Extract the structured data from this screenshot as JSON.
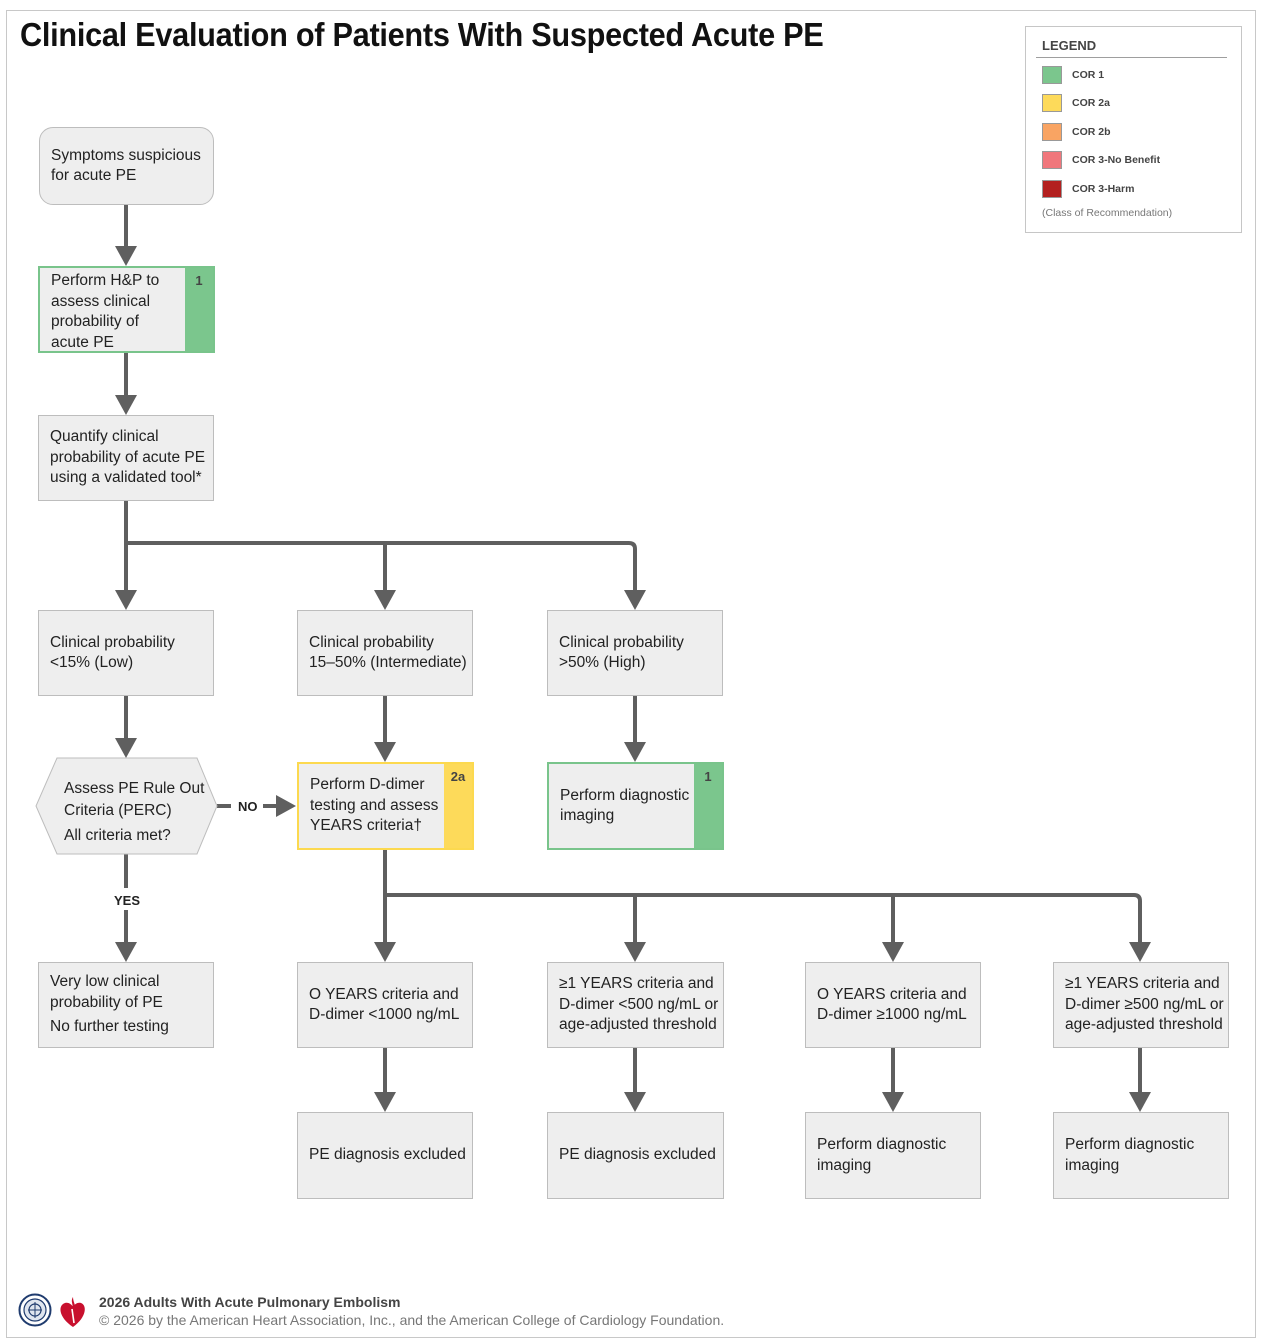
{
  "title": "Clinical Evaluation of Patients With Suspected Acute PE",
  "legend": {
    "title": "LEGEND",
    "items": [
      {
        "label": "COR 1",
        "color": "#7bc68d"
      },
      {
        "label": "COR 2a",
        "color": "#fdda5a"
      },
      {
        "label": "COR 2b",
        "color": "#f9a463"
      },
      {
        "label": "COR 3-No Benefit",
        "color": "#f0777c"
      },
      {
        "label": "COR 3-Harm",
        "color": "#b3201f"
      }
    ],
    "note": "(Class of Recommendation)"
  },
  "nodes": {
    "symptoms": {
      "lines": [
        "Symptoms suspicious",
        "for acute PE"
      ]
    },
    "hp": {
      "lines": [
        "Perform H&P to",
        "assess clinical",
        "probability of",
        "acute PE"
      ],
      "cor": "1"
    },
    "quantify": {
      "lines": [
        "Quantify clinical",
        "probability of acute PE",
        "using a validated tool*"
      ]
    },
    "low": {
      "lines": [
        "Clinical probability",
        "<15% (Low)"
      ]
    },
    "intermediate": {
      "lines": [
        "Clinical probability",
        "15–50% (Intermediate)"
      ]
    },
    "high": {
      "lines": [
        "Clinical probability",
        ">50% (High)"
      ]
    },
    "perc": {
      "lines": [
        "Assess PE Rule Out",
        "Criteria (PERC)",
        "All criteria met?"
      ]
    },
    "ddimer": {
      "lines": [
        "Perform D-dimer",
        "testing and assess",
        "YEARS criteria†"
      ],
      "cor": "2a"
    },
    "imaging_high": {
      "lines": [
        "Perform diagnostic",
        "imaging"
      ],
      "cor": "1"
    },
    "very_low": {
      "lines": [
        "Very low clinical",
        "probability of PE",
        "No further testing"
      ]
    },
    "years0_lt1000": {
      "lines": [
        "O YEARS criteria and",
        "D-dimer <1000 ng/mL"
      ]
    },
    "years1_lt500": {
      "lines": [
        "≥1 YEARS criteria and",
        "D-dimer <500 ng/mL or",
        "age-adjusted threshold"
      ]
    },
    "years0_ge1000": {
      "lines": [
        "O YEARS criteria and",
        "D-dimer ≥1000 ng/mL"
      ]
    },
    "years1_ge500": {
      "lines": [
        "≥1 YEARS criteria and",
        "D-dimer ≥500 ng/mL or",
        "age-adjusted threshold"
      ]
    },
    "excluded_1": {
      "lines": [
        "PE diagnosis excluded"
      ]
    },
    "excluded_2": {
      "lines": [
        "PE diagnosis excluded"
      ]
    },
    "imaging_3": {
      "lines": [
        "Perform diagnostic",
        "imaging"
      ]
    },
    "imaging_4": {
      "lines": [
        "Perform diagnostic",
        "imaging"
      ]
    }
  },
  "edge_labels": {
    "no": "NO",
    "yes": "YES"
  },
  "footer": {
    "line1": "2026 Adults With Acute Pulmonary Embolism",
    "line2": "© 2026 by the American Heart Association, Inc., and the American College of Cardiology Foundation."
  }
}
